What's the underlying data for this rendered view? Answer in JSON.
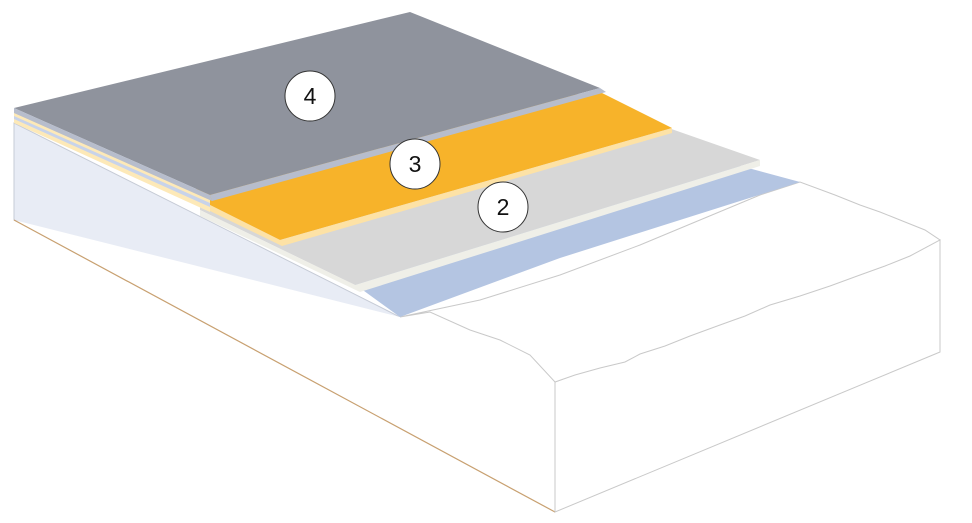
{
  "markers": [
    {
      "id": "layer-4",
      "label": "4"
    },
    {
      "id": "layer-3",
      "label": "3"
    },
    {
      "id": "layer-2",
      "label": "2"
    }
  ],
  "colors": {
    "top_layer": "#8f939d",
    "top_layer_edge": "#b7bdcc",
    "orange_layer": "#f7b32a",
    "orange_edge": "#fde2a6",
    "grey_layer": "#d7d7d7",
    "grey_edge": "#efefe8",
    "blue_layer": "#b4c5e2",
    "slab_front": "#e8ecf5",
    "concrete_top": "#ffffff",
    "outline": "#c8a070"
  }
}
